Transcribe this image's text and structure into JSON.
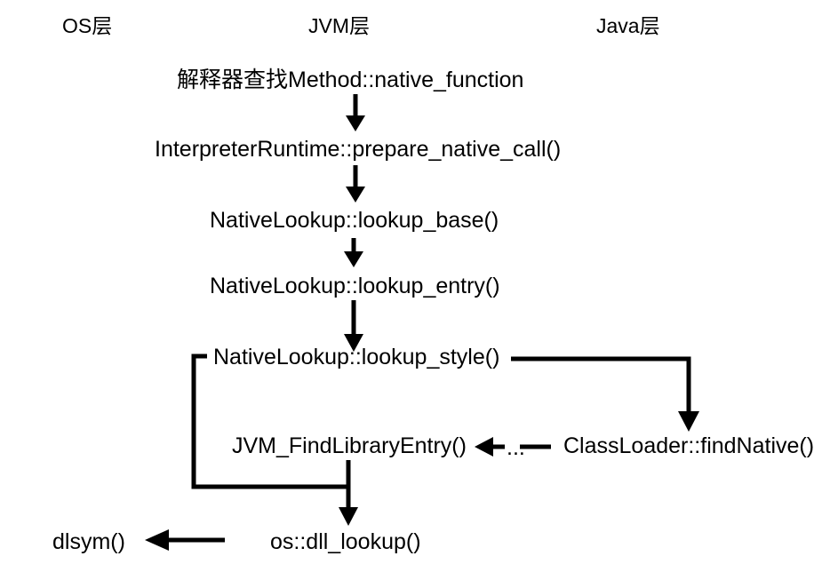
{
  "diagram": {
    "title": "JVM native method lookup call flow",
    "background_color": "#ffffff",
    "stroke_color": "#000000",
    "lanes": [
      {
        "id": "os",
        "label": "OS层"
      },
      {
        "id": "jvm",
        "label": "JVM层"
      },
      {
        "id": "java",
        "label": "Java层"
      }
    ],
    "nodes": [
      {
        "id": "n1",
        "lane": "jvm",
        "label": "解释器查找Method::native_function"
      },
      {
        "id": "n2",
        "lane": "jvm",
        "label": "InterpreterRuntime::prepare_native_call()"
      },
      {
        "id": "n3",
        "lane": "jvm",
        "label": "NativeLookup::lookup_base()"
      },
      {
        "id": "n4",
        "lane": "jvm",
        "label": "NativeLookup::lookup_entry()"
      },
      {
        "id": "n5",
        "lane": "jvm",
        "label": "NativeLookup::lookup_style()"
      },
      {
        "id": "n6",
        "lane": "jvm",
        "label": "JVM_FindLibraryEntry()"
      },
      {
        "id": "n7",
        "lane": "java",
        "label": "ClassLoader::findNative()"
      },
      {
        "id": "n8",
        "lane": "jvm",
        "label": "os::dll_lookup()"
      },
      {
        "id": "n9",
        "lane": "os",
        "label": "dlsym()"
      }
    ],
    "edge_labels": {
      "findnative_to_findlibraryentry": "..."
    },
    "edges": [
      {
        "from": "n1",
        "to": "n2",
        "style": "arrow-down"
      },
      {
        "from": "n2",
        "to": "n3",
        "style": "arrow-down"
      },
      {
        "from": "n3",
        "to": "n4",
        "style": "arrow-down"
      },
      {
        "from": "n4",
        "to": "n5",
        "style": "arrow-down"
      },
      {
        "from": "n5",
        "to": "n7",
        "style": "elbow-right-down-arrow"
      },
      {
        "from": "n7",
        "to": "n6",
        "style": "arrow-left",
        "label": "..."
      },
      {
        "from": "n5",
        "to": "n8",
        "style": "bracket-left-down-right"
      },
      {
        "from": "n6",
        "to": "n8",
        "style": "arrow-down"
      },
      {
        "from": "n8",
        "to": "n9",
        "style": "arrow-left"
      }
    ]
  }
}
